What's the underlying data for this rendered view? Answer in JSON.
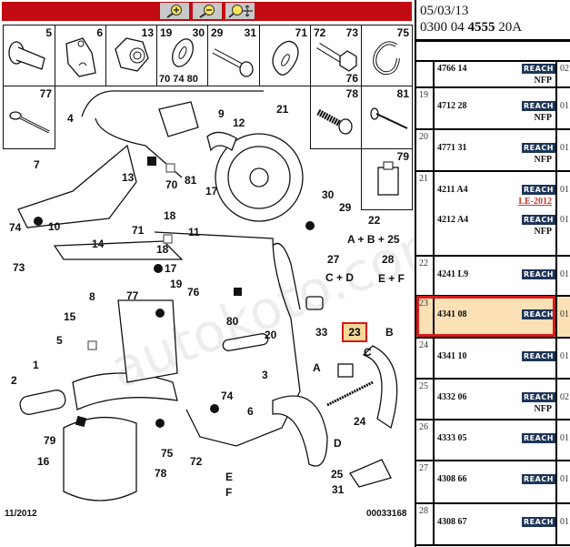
{
  "toolbar": {
    "icons": [
      "zoom-in-icon",
      "zoom-out-icon",
      "zoom-pan-icon"
    ]
  },
  "part_boxes": [
    {
      "nums": [
        "5"
      ]
    },
    {
      "nums": [
        "6"
      ]
    },
    {
      "nums": [
        "13"
      ]
    },
    {
      "nums": [
        "19",
        "30",
        "70 74 80"
      ]
    },
    {
      "nums": [
        "29",
        "31"
      ]
    },
    {
      "nums": [
        "71"
      ]
    },
    {
      "nums": [
        "72",
        "73",
        "76"
      ]
    },
    {
      "nums": [
        "75"
      ]
    },
    {
      "nums": [
        "77"
      ]
    },
    {
      "nums": [
        "78"
      ]
    },
    {
      "nums": [
        "81"
      ]
    },
    {
      "nums": [
        "79"
      ]
    }
  ],
  "callouts": {
    "c4": "4",
    "c9": "9",
    "c12": "12",
    "c21": "21",
    "c7": "7",
    "c13": "13",
    "c70": "70",
    "c81": "81",
    "c18a": "18",
    "c17a": "17",
    "c30": "30",
    "c29": "29",
    "c22": "22",
    "cab25": "A + B + 25",
    "c10": "10",
    "c14": "14",
    "c71": "71",
    "c11": "11",
    "c18b": "18",
    "c74a": "74",
    "c73": "73",
    "c27": "27",
    "ccd": "C + D",
    "c28": "28",
    "cef": "E + F",
    "c8": "8",
    "c17b": "17",
    "c19": "19",
    "c77": "77",
    "c76": "76",
    "c80": "80",
    "c33": "33",
    "c23": "23",
    "cB": "B",
    "cC": "C",
    "c15": "15",
    "c5": "5",
    "c20": "20",
    "c3": "3",
    "cA": "A",
    "c1": "1",
    "c2": "2",
    "c74b": "74",
    "c6": "6",
    "c24": "24",
    "c79": "79",
    "c75": "75",
    "c72": "72",
    "cD": "D",
    "c16": "16",
    "c78": "78",
    "c25": "25",
    "cE": "E",
    "cF": "F",
    "c31": "31"
  },
  "footer": {
    "date": "11/2012",
    "code": "00033168"
  },
  "watermark": "autokoto.com",
  "panel": {
    "date": "05/03/13",
    "ref_prefix": "0300 04 ",
    "ref_bold": "4555",
    "ref_suffix": " 20A",
    "reach_label": "REACH",
    "rows": [
      {
        "idx": "",
        "ref": "4766 14",
        "qty": "02",
        "nfp": "NFP"
      },
      {
        "idx": "19",
        "ref": "4712 28",
        "qty": "01",
        "nfp": "NFP"
      },
      {
        "idx": "20",
        "ref": "4771 31",
        "qty": "01",
        "nfp": "NFP"
      },
      {
        "idx": "21",
        "ref": "4211 A4",
        "qty": "01",
        "le": "LE-2012",
        "ref2": "4212 A4",
        "qty2": "01",
        "nfp2": "NFP"
      },
      {
        "idx": "22",
        "ref": "4241 L9",
        "qty": "01"
      },
      {
        "idx": "23",
        "ref": "4341 08",
        "qty": "01",
        "selected": true
      },
      {
        "idx": "24",
        "ref": "4341 10",
        "qty": "01"
      },
      {
        "idx": "25",
        "ref": "4332 06",
        "qty": "02",
        "nfp": "NFP"
      },
      {
        "idx": "26",
        "ref": "4333 05",
        "qty": "01"
      },
      {
        "idx": "27",
        "ref": "4308 66",
        "qty": "01"
      },
      {
        "idx": "28",
        "ref": "4308 67",
        "qty": "01"
      }
    ]
  }
}
